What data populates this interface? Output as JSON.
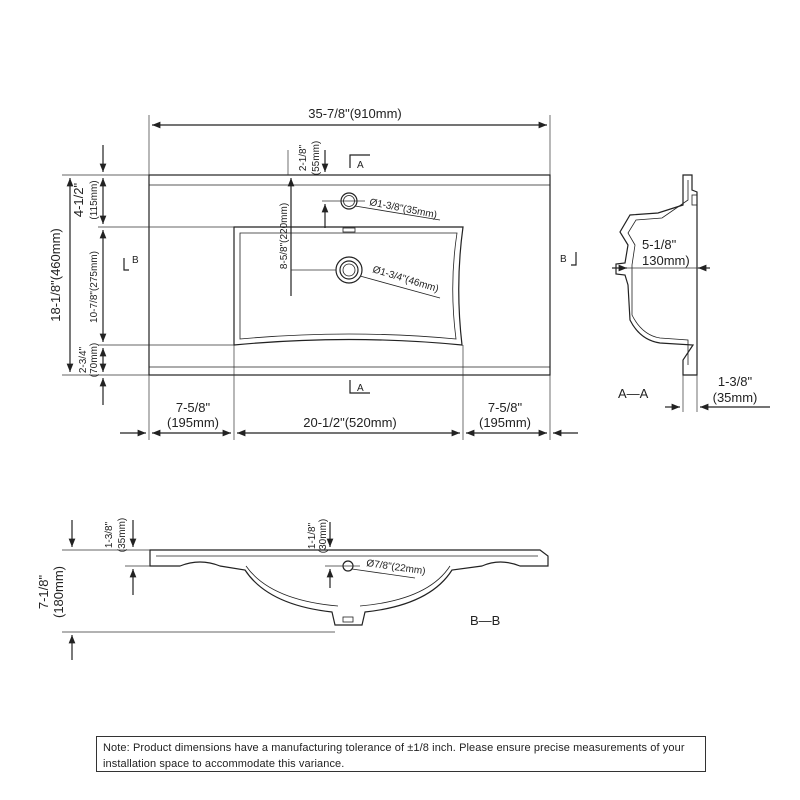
{
  "top_view": {
    "overall_width": "35-7/8\"(910mm)",
    "depth_total": "18-1/8\"(460mm)",
    "back_depth": "4-1/2\"",
    "back_depth_mm": "(115mm)",
    "bowl_depth": "10-7/8\"(275mm)",
    "front_depth": "2-3/4\"",
    "front_depth_mm": "(70mm)",
    "faucet_offset": "2-1/8\"",
    "faucet_offset_mm": "(55mm)",
    "faucet_hole": "Ø1-3/8\"(35mm)",
    "drain_offset": "8-5/8\"(220mm)",
    "drain_hole": "Ø1-3/4\"(46mm)",
    "left_margin": "7-5/8\"",
    "left_margin_mm": "(195mm)",
    "bowl_width": "20-1/2\"(520mm)",
    "right_margin": "7-5/8\"",
    "right_margin_mm": "(195mm)",
    "section_a_top": "A",
    "section_a_bottom": "A",
    "section_b_left": "B",
    "section_b_right": "B"
  },
  "section_aa": {
    "label": "A—A",
    "bowl_height": "5-1/8\"",
    "bowl_height_mm": "130mm)",
    "rim_thickness": "1-3/8\"",
    "rim_thickness_mm": "(35mm)"
  },
  "section_bb": {
    "label": "B—B",
    "rim_height": "1-3/8\"",
    "rim_height_mm": "(35mm)",
    "total_height": "7-1/8\"",
    "total_height_mm": "(180mm)",
    "overflow_offset": "1-1/8\"",
    "overflow_offset_mm": "(30mm)",
    "overflow_hole": "Ø7/8\"(22mm)"
  },
  "note": "Note: Product dimensions have a manufacturing tolerance of ±1/8 inch. Please ensure precise measurements of your installation space to accommodate this variance."
}
